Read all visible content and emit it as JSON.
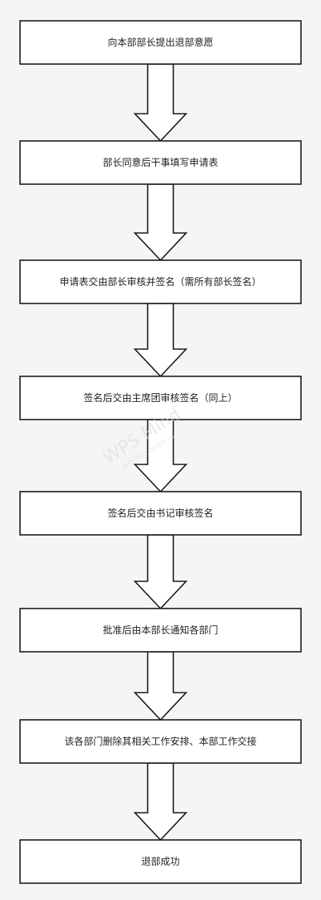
{
  "steps": [
    "向本部部长提出退部意愿",
    "部长同意后干事填写申请表",
    "申请表交由部长审核并签名（需所有部长签名）",
    "签名后交由主席团审核签名（同上）",
    "签名后交由书记审核签名",
    "批准后由本部长通知各部门",
    "该各部门删除其相关工作安排、本部工作交接",
    "退部成功"
  ],
  "watermark": {
    "text": "WPS Mind",
    "subtext": "WPS·bit.com/bit.co"
  }
}
